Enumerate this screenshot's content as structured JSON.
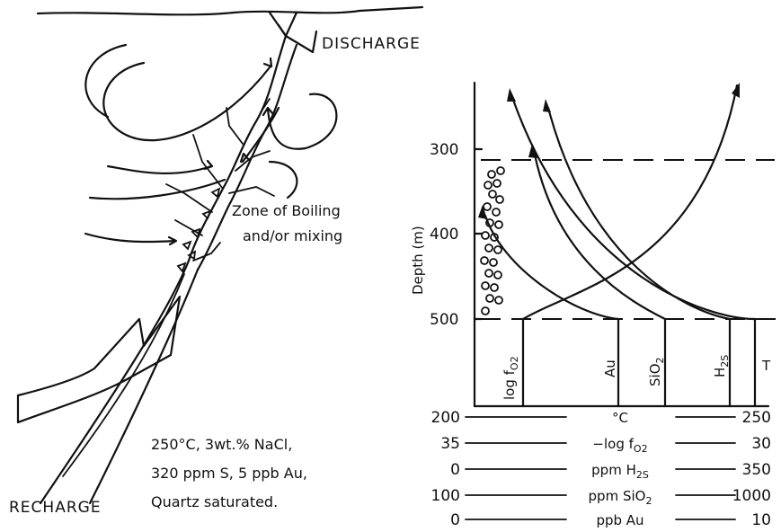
{
  "left_panel": {
    "discharge_label": "DISCHARGE",
    "recharge_label": "RECHARGE",
    "zone_label_line1": "Zone of Boiling",
    "zone_label_line2": "and/or mixing",
    "conditions": [
      "250°C, 3wt.% NaCl,",
      "320 ppm S, 5 ppb Au,",
      "Quartz saturated."
    ]
  },
  "right_panel": {
    "y_axis_label": "Depth (m)",
    "depth_ticks": [
      "300",
      "400",
      "500"
    ],
    "curve_labels": [
      "log f",
      "Au",
      "SiO",
      "H",
      "T"
    ],
    "curve_label_subscripts": [
      "O2",
      "",
      "2",
      "2S",
      ""
    ],
    "scales": [
      {
        "left": "200",
        "name": "°C",
        "right": "250"
      },
      {
        "left": "35",
        "name": "−log f",
        "sub": "O2",
        "right": "30"
      },
      {
        "left": "0",
        "name": "ppm H",
        "sub": "2S",
        "right": "350"
      },
      {
        "left": "100",
        "name": "ppm SiO",
        "sub": "2",
        "right": "1000"
      },
      {
        "left": "0",
        "name": "ppb Au",
        "right": "10"
      }
    ]
  }
}
